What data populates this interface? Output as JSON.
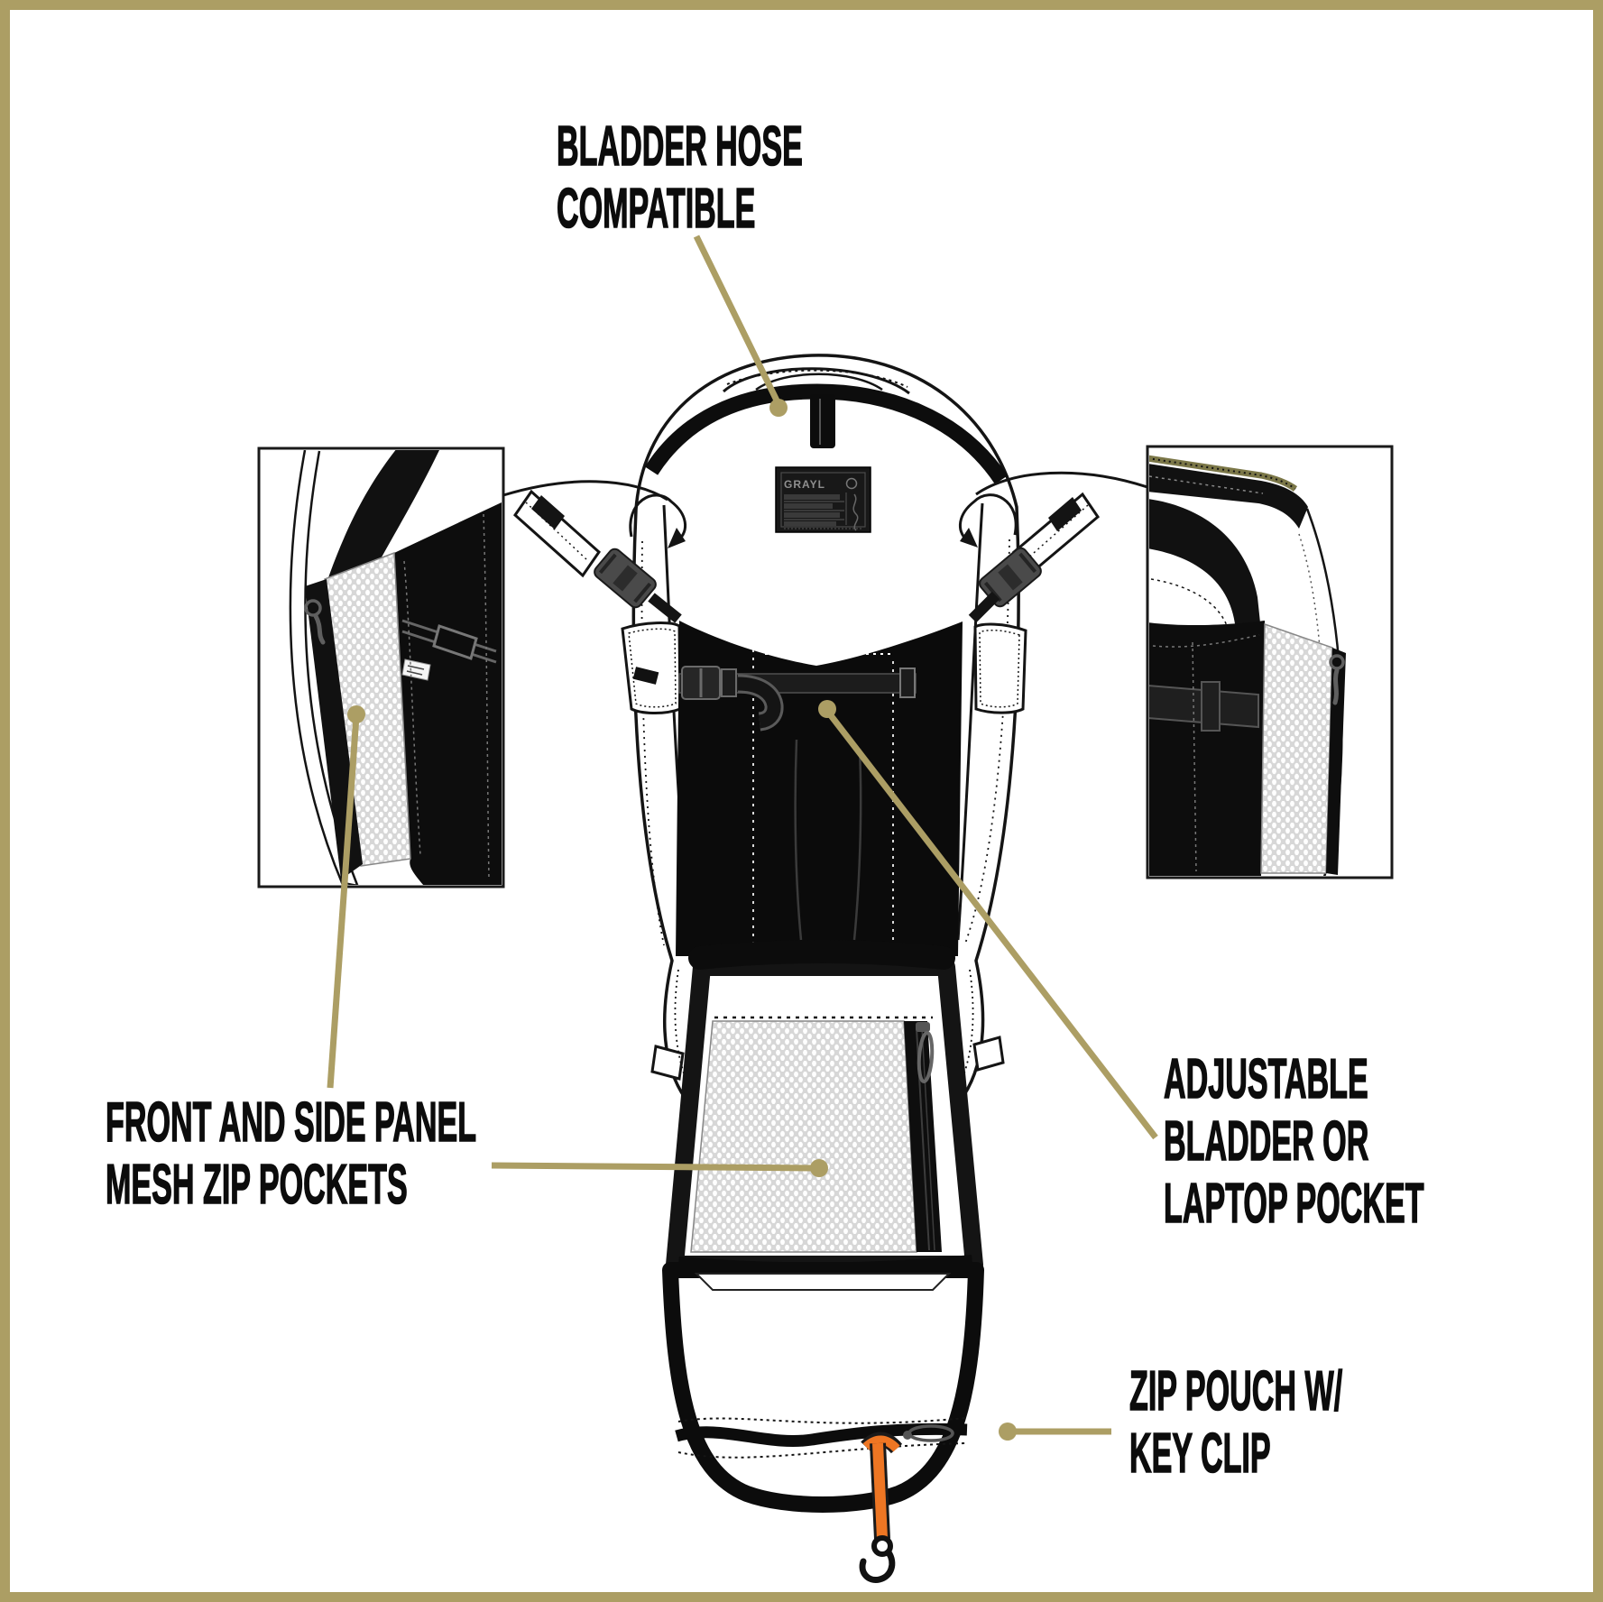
{
  "annotations": {
    "bladder_hose": {
      "lines": [
        "BLADDER HOSE",
        "COMPATIBLE"
      ]
    },
    "front_side_panel": {
      "lines": [
        "FRONT AND SIDE PANEL",
        "MESH ZIP POCKETS"
      ]
    },
    "adjustable_bladder": {
      "lines": [
        "ADJUSTABLE",
        "BLADDER OR",
        "LAPTOP POCKET"
      ]
    },
    "zip_pouch": {
      "lines": [
        "ZIP POUCH W/",
        "KEY CLIP"
      ]
    }
  },
  "product_label": {
    "brand": "GRAYL"
  },
  "colors": {
    "accent_gold": "#AC9E64",
    "line_black": "#141414",
    "mesh_gray": "#D7D7D7",
    "key_clip_orange": "#EE7623",
    "zipper_olive": "#7B7748"
  }
}
